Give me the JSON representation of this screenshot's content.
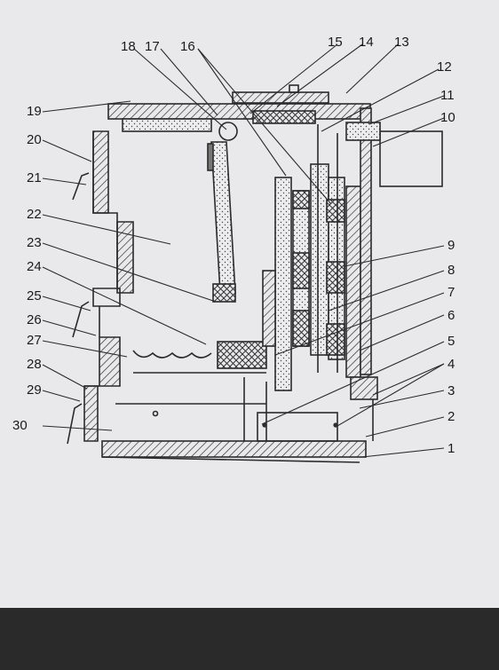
{
  "diagram": {
    "labels": [
      "1",
      "2",
      "3",
      "4",
      "5",
      "6",
      "7",
      "8",
      "9",
      "10",
      "11",
      "12",
      "13",
      "14",
      "15",
      "16",
      "17",
      "18",
      "19",
      "20",
      "21",
      "22",
      "23",
      "24",
      "25",
      "26",
      "27",
      "28",
      "29",
      "30"
    ]
  },
  "colors": {
    "paper": "#e9e9ec",
    "ink": "#2b2b2b",
    "table": "#2a2a2a"
  }
}
